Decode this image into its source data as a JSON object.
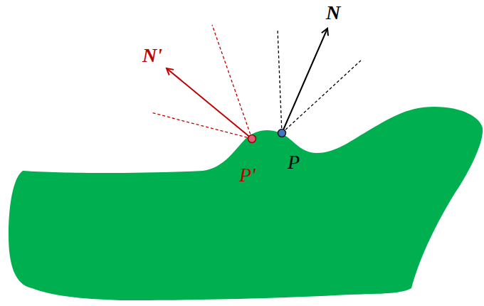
{
  "diagram": {
    "labels": [
      "N",
      "N'",
      "P",
      "P'"
    ]
  }
}
